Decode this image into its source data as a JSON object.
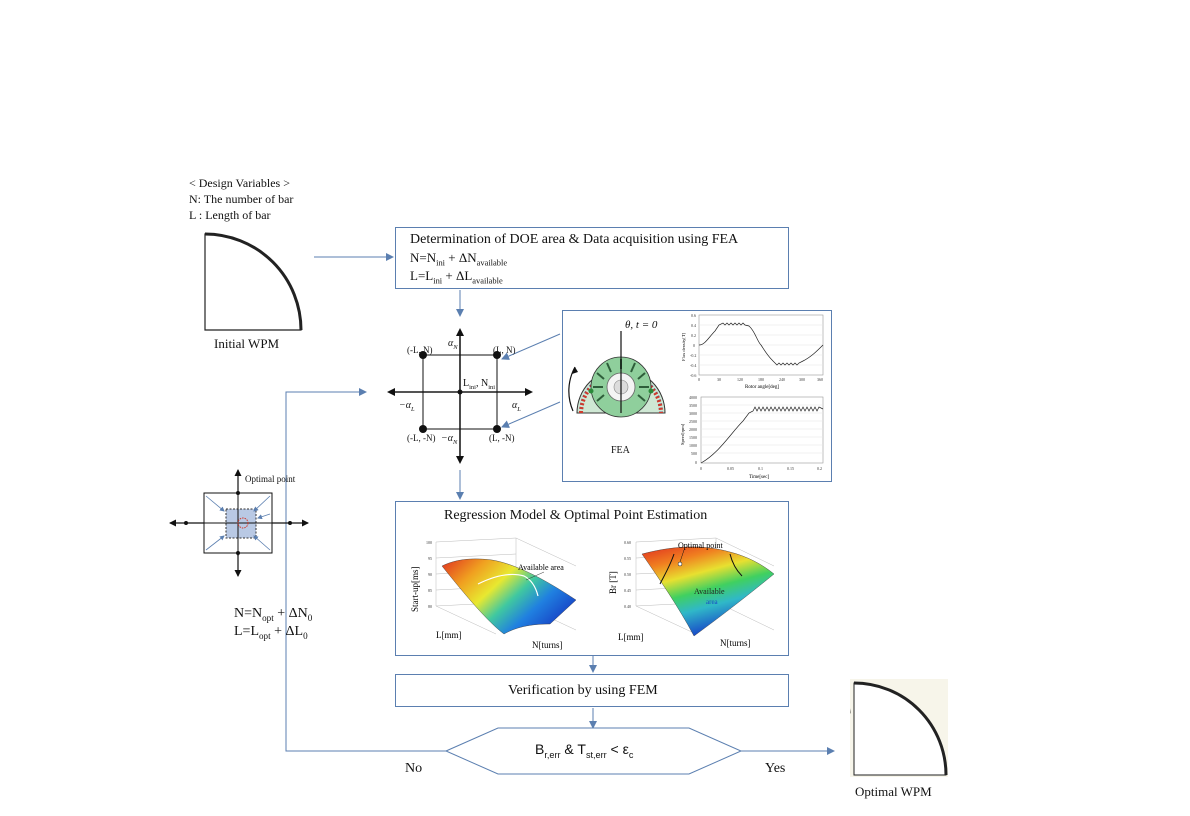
{
  "design_vars": {
    "heading": "< Design  Variables >",
    "line_n": "N: The number of bar",
    "line_l": "L : Length of bar"
  },
  "initial_wpm_label": "Initial WPM",
  "optimal_wpm_label": "Optimal WPM",
  "doe_box": {
    "title": "Determination of DOE area & Data acquisition using FEA",
    "n_lhs": "N=N",
    "n_sub1": "ini",
    "n_rhs": " + ΔN",
    "n_sub2": "available",
    "l_lhs": "L=L",
    "l_sub1": "ini",
    "l_rhs": " + ΔL",
    "l_sub2": "available"
  },
  "doe_grid": {
    "top_left": "(-L, N)",
    "top_right": "(L, N)",
    "bottom_left": "(-L, -N)",
    "bottom_right": "(L, -N)",
    "center": "L",
    "center_sub1": "ini",
    "center_mid": ", N",
    "center_sub2": "ini",
    "axis_x_pos": "α",
    "axis_x_neg": "−α",
    "axis_y_pos": "α",
    "axis_y_neg": "−α",
    "axis_sub": "L",
    "axis_sub_y": "N"
  },
  "fea_panel": {
    "label": "FEA",
    "theta_label": "θ, t = 0",
    "chart1": {
      "ylabel": "Flux density[T]",
      "xlabel": "Rotor angle[deg]",
      "xticks": [
        "0",
        "30",
        "120",
        "180",
        "240",
        "300",
        "360"
      ],
      "yticks": [
        "0.6",
        "0.4",
        "0.2",
        "0",
        "-0.2",
        "-0.4",
        "-0.6"
      ]
    },
    "chart2": {
      "ylabel": "Speed[rpm]",
      "xlabel": "Time[sec]",
      "xticks": [
        "0",
        "0.05",
        "0.1",
        "0.15",
        "0.2"
      ],
      "yticks": [
        "4000",
        "3500",
        "3000",
        "2500",
        "2000",
        "1500",
        "1000",
        "500",
        "0"
      ]
    }
  },
  "optimal_point_label": "Optimal point",
  "update_eqs": {
    "n_lhs": "N=N",
    "n_sub1": "opt",
    "n_rhs": " + ΔN",
    "n_sub2": "0",
    "l_lhs": "L=L",
    "l_sub1": "opt",
    "l_rhs": " + ΔL",
    "l_sub2": "0"
  },
  "regression_box": {
    "title": "Regression Model  & Optimal Point Estimation",
    "plot1": {
      "zlabel": "Start-up[ms]",
      "xlabel": "L[mm]",
      "ylabel": "N[turns]",
      "annotation": "Available area",
      "zticks": [
        "100",
        "95",
        "90",
        "85",
        "80"
      ]
    },
    "plot2": {
      "zlabel": "Br [T]",
      "xlabel": "L[mm]",
      "ylabel": "N[turns]",
      "annotation_top": "Optimal point",
      "annotation_mid": "Available",
      "annotation_low": "area",
      "zticks": [
        "0.60",
        "0.55",
        "0.50",
        "0.45",
        "0.40"
      ]
    }
  },
  "verification_box": {
    "label": "Verification by using FEM"
  },
  "decision": {
    "b": "B",
    "b_sub": "r,err",
    "mid": " & T",
    "t_sub": "st,err",
    "lt": " < ε",
    "eps_sub": "c"
  },
  "no_label": "No",
  "yes_label": "Yes",
  "colors": {
    "arrow": "#5b7fb0",
    "box_border": "#5b7fb0",
    "surface_hot": "#e03020",
    "surface_cold": "#1848c8",
    "fea_green": "#7ac48a",
    "panel_bg": "#ffffff"
  }
}
